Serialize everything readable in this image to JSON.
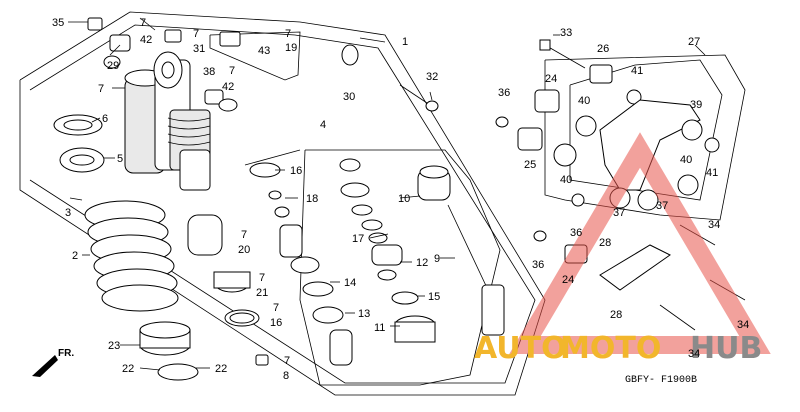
{
  "callouts": [
    {
      "id": "c35",
      "text": "35"
    },
    {
      "id": "c7a",
      "text": "7"
    },
    {
      "id": "c42a",
      "text": "42"
    },
    {
      "id": "c29",
      "text": "29"
    },
    {
      "id": "c7b",
      "text": "7"
    },
    {
      "id": "c31",
      "text": "31"
    },
    {
      "id": "c7c",
      "text": "7"
    },
    {
      "id": "c19",
      "text": "19"
    },
    {
      "id": "c43",
      "text": "43"
    },
    {
      "id": "c1",
      "text": "1"
    },
    {
      "id": "c7d",
      "text": "7"
    },
    {
      "id": "c38",
      "text": "38"
    },
    {
      "id": "c7e",
      "text": "7"
    },
    {
      "id": "c42b",
      "text": "42"
    },
    {
      "id": "c30",
      "text": "30"
    },
    {
      "id": "c32",
      "text": "32"
    },
    {
      "id": "c6a",
      "text": "6"
    },
    {
      "id": "c5",
      "text": "5"
    },
    {
      "id": "c3",
      "text": "3"
    },
    {
      "id": "c4",
      "text": "4"
    },
    {
      "id": "c16a",
      "text": "16"
    },
    {
      "id": "c18",
      "text": "18"
    },
    {
      "id": "c10",
      "text": "10"
    },
    {
      "id": "c17",
      "text": "17"
    },
    {
      "id": "c12",
      "text": "12"
    },
    {
      "id": "c9",
      "text": "9"
    },
    {
      "id": "c2",
      "text": "2"
    },
    {
      "id": "c7f",
      "text": "7"
    },
    {
      "id": "c20",
      "text": "20"
    },
    {
      "id": "c7g",
      "text": "7"
    },
    {
      "id": "c21",
      "text": "21"
    },
    {
      "id": "c14",
      "text": "14"
    },
    {
      "id": "c15",
      "text": "15"
    },
    {
      "id": "c7h",
      "text": "7"
    },
    {
      "id": "c16b",
      "text": "16"
    },
    {
      "id": "c13",
      "text": "13"
    },
    {
      "id": "c11",
      "text": "11"
    },
    {
      "id": "c23",
      "text": "23"
    },
    {
      "id": "c22a",
      "text": "22"
    },
    {
      "id": "c22b",
      "text": "22"
    },
    {
      "id": "c7i",
      "text": "7"
    },
    {
      "id": "c8",
      "text": "8"
    },
    {
      "id": "c33",
      "text": "33"
    },
    {
      "id": "c26",
      "text": "26"
    },
    {
      "id": "c27",
      "text": "27"
    },
    {
      "id": "c36a",
      "text": "36"
    },
    {
      "id": "c24a",
      "text": "24"
    },
    {
      "id": "c41a",
      "text": "41"
    },
    {
      "id": "c40a",
      "text": "40"
    },
    {
      "id": "c39",
      "text": "39"
    },
    {
      "id": "c25",
      "text": "25"
    },
    {
      "id": "c40b",
      "text": "40"
    },
    {
      "id": "c40c",
      "text": "40"
    },
    {
      "id": "c41b",
      "text": "41"
    },
    {
      "id": "c37a",
      "text": "37"
    },
    {
      "id": "c37b",
      "text": "37"
    },
    {
      "id": "c36b",
      "text": "36"
    },
    {
      "id": "c34a",
      "text": "34"
    },
    {
      "id": "c28a",
      "text": "28"
    },
    {
      "id": "c36c",
      "text": "36"
    },
    {
      "id": "c24b",
      "text": "24"
    },
    {
      "id": "c28b",
      "text": "28"
    },
    {
      "id": "c34b",
      "text": "34"
    },
    {
      "id": "c34c",
      "text": "34"
    }
  ],
  "front_marker": "FR.",
  "diagram_code": "GBFY- F1900B",
  "watermark": {
    "part1": "AUTO",
    "part2": "MOTO",
    "part3": "HUB",
    "color_gold": "#f2b62c",
    "color_grey": "#8a8a8a",
    "color_red": "#e8544a"
  }
}
